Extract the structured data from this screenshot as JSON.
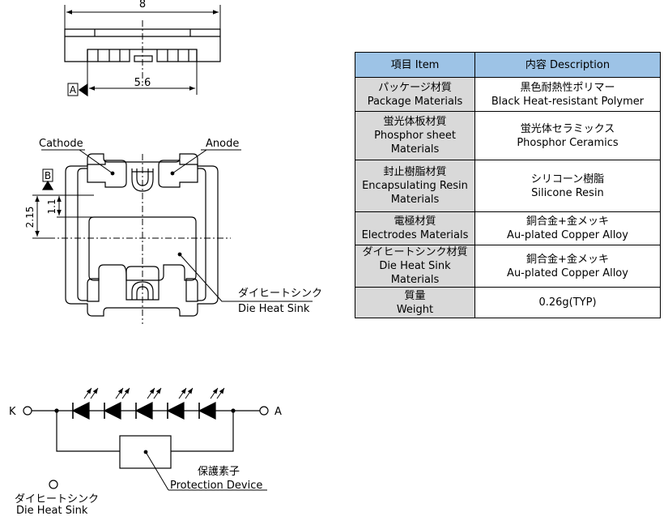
{
  "side_view": {
    "width_label": "8",
    "pad_span_label": "5.6",
    "datum_a": "A"
  },
  "top_view": {
    "cathode_label": "Cathode",
    "anode_label": "Anode",
    "datum_b": "B",
    "dim_1_1": "1.1",
    "dim_2_15": "2.15",
    "heat_sink_label_jp": "ダイヒートシンク",
    "heat_sink_label_en": "Die Heat Sink"
  },
  "table": {
    "header_item": "項目 Item",
    "header_desc": "内容 Description",
    "rows": [
      {
        "item": [
          "パッケージ材質",
          "Package Materials"
        ],
        "desc": [
          "黒色耐熱性ポリマー",
          "Black Heat-resistant Polymer"
        ]
      },
      {
        "item": [
          "蛍光体板材質",
          "Phosphor sheet",
          "Materials"
        ],
        "desc": [
          "蛍光体セラミックス",
          "Phosphor Ceramics"
        ]
      },
      {
        "item": [
          "封止樹脂材質",
          "Encapsulating Resin",
          "Materials"
        ],
        "desc": [
          "シリコーン樹脂",
          "Silicone Resin"
        ]
      },
      {
        "item": [
          "電極材質",
          "Electrodes Materials"
        ],
        "desc": [
          "銅合金+金メッキ",
          "Au-plated Copper Alloy"
        ]
      },
      {
        "item": [
          "ダイヒートシンク材質",
          "Die Heat Sink",
          "Materials"
        ],
        "desc": [
          "銅合金+金メッキ",
          "Au-plated Copper Alloy"
        ]
      },
      {
        "item": [
          "質量",
          "Weight"
        ],
        "desc": [
          "0.26g(TYP)"
        ]
      }
    ]
  },
  "circuit": {
    "k_label": "K",
    "a_label": "A",
    "led_count": 5,
    "protection_jp": "保護素子",
    "protection_en": "Protection Device",
    "heat_sink_jp": "ダイヒートシンク",
    "heat_sink_en": "Die Heat Sink"
  }
}
